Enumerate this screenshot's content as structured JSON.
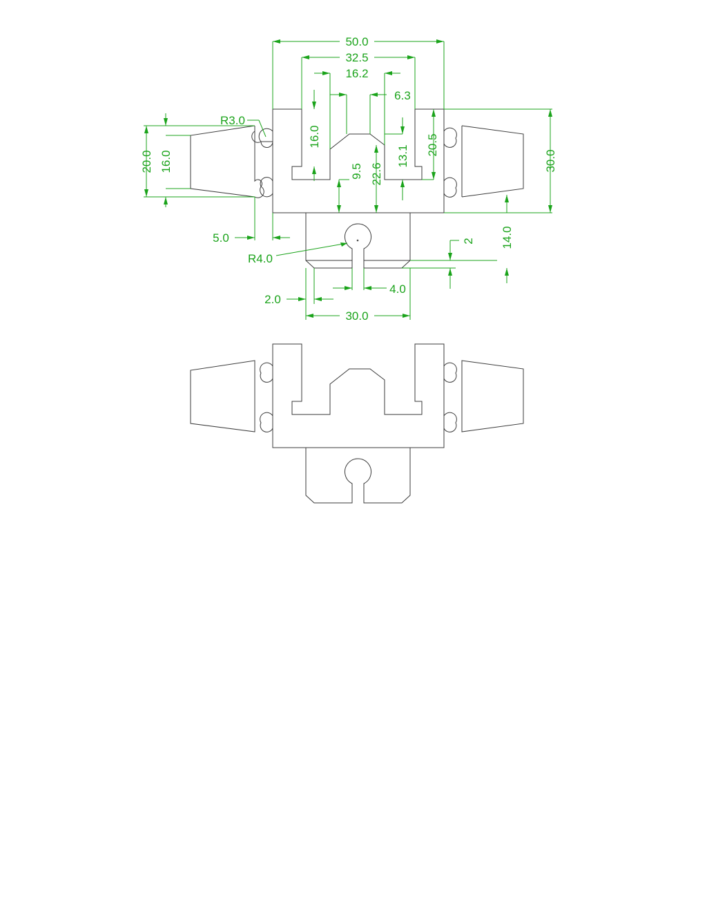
{
  "drawing": {
    "line_color": "#3a3a3a",
    "dimension_color": "#1aa31a",
    "dimensions": {
      "overall_width": "50.0",
      "inner_width": "32.5",
      "channel_width": "16.2",
      "ridge_offset": "6.3",
      "radius_notch": "R3.0",
      "cone_height": "20.0",
      "cone_inner": "16.0",
      "slot_depth": "16.0",
      "ridge_height": "9.5",
      "channel_depth": "22.6",
      "step_height": "13.1",
      "side_height": "20.5",
      "overall_height": "30.0",
      "notch_gap": "5.0",
      "hole_radius": "R4.0",
      "chamfer_a": "2",
      "lower_height": "14.0",
      "chamfer_b": "2.0",
      "slot_width": "4.0",
      "lower_width": "30.0"
    }
  }
}
